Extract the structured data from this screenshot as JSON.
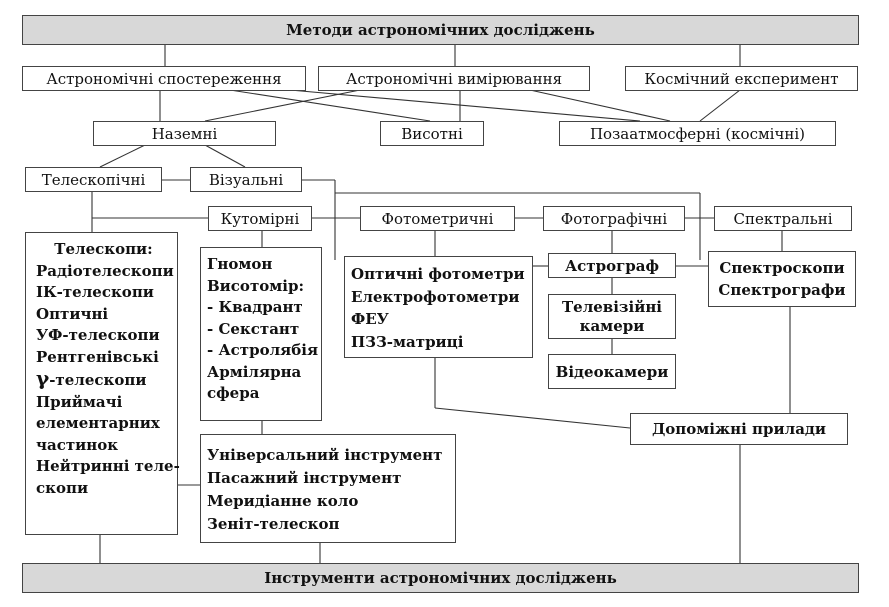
{
  "title": "Методи астрономічних досліджень",
  "footer": "Інструменти астрономічних досліджень",
  "methods": {
    "observations": "Астрономічні спостереження",
    "measurements": "Астрономічні вимірювання",
    "space_experiment": "Космічний експеримент"
  },
  "locations": {
    "ground": "Наземні",
    "high_altitude": "Висотні",
    "extra_atmospheric": "Позаатмосферні (космічні)"
  },
  "observation_types": {
    "telescopic": "Телескопічні",
    "visual": "Візуальні"
  },
  "categories": {
    "goniometric": "Кутомірні",
    "photometric": "Фотометричні",
    "photographic": "Фотографічні",
    "spectral": "Спектральні"
  },
  "telescopes": {
    "heading": "Телескопи:",
    "items": [
      "Радіотелескопи",
      "ІК-телескопи",
      "Оптичні",
      "УФ-телескопи",
      "Рентгенівські"
    ],
    "gamma_symbol": "γ",
    "gamma_rest": "-телескопи",
    "items2": [
      "Приймачі",
      "елементарних",
      "частинок",
      "Нейтринні теле-",
      "скопи"
    ]
  },
  "goniometric_instruments": [
    "Гномон",
    "Висотомір:",
    "- Квадрант",
    "- Секстант",
    "- Астролябія",
    "Армілярна",
    "сфера"
  ],
  "universal_instruments": [
    "Універсальний інструмент",
    "Пасажний інструмент",
    "Меридіанне коло",
    "Зеніт-телескоп"
  ],
  "photometers": [
    "Оптичні фотометри",
    "Електрофотометри",
    "ФЕУ",
    "ПЗЗ-матриці"
  ],
  "astrograph": "Астрограф",
  "tv_cameras": [
    "Телевізійні",
    "камери"
  ],
  "video_cameras": "Відеокамери",
  "spectral_instruments": [
    "Спектроскопи",
    "Спектрографи"
  ],
  "auxiliary": "Допоміжні прилади"
}
